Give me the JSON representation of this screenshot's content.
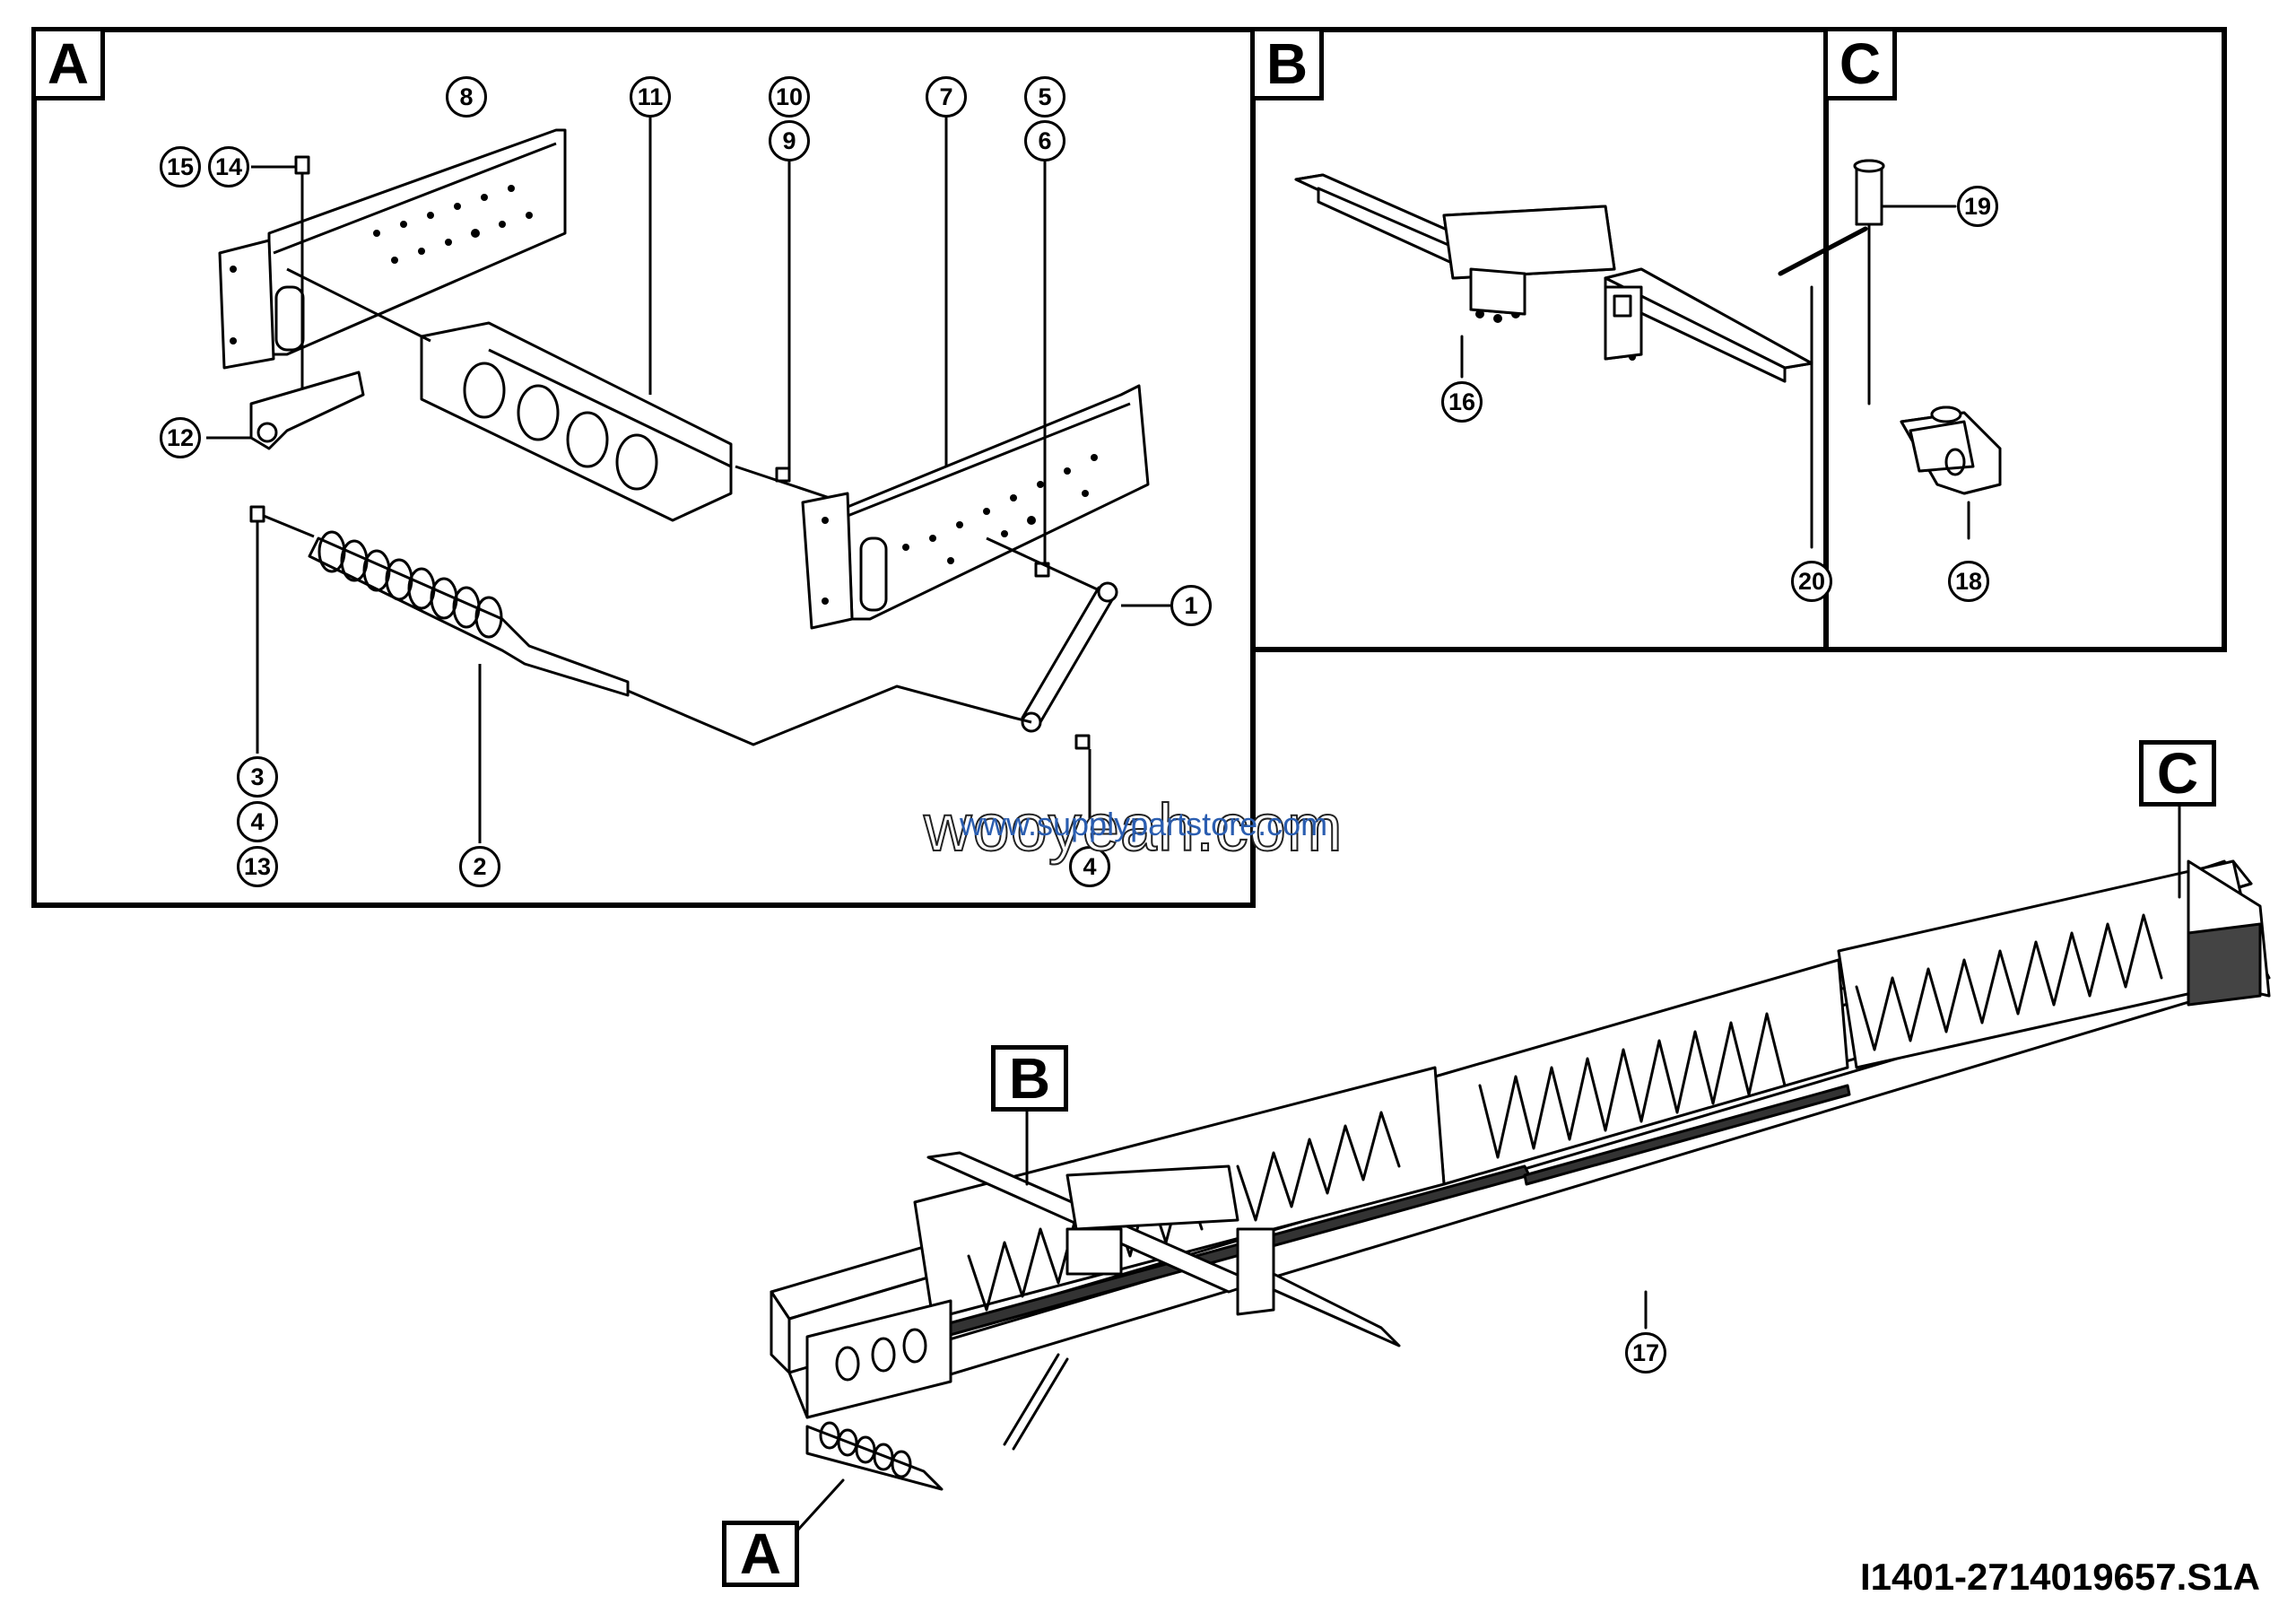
{
  "sections": {
    "a": {
      "label": "A"
    },
    "b": {
      "label": "B"
    },
    "c": {
      "label": "C"
    }
  },
  "callouts": {
    "n1": "1",
    "n2": "2",
    "n3": "3",
    "n4a": "4",
    "n4b": "4",
    "n5": "5",
    "n6": "6",
    "n7": "7",
    "n8": "8",
    "n9": "9",
    "n10": "10",
    "n11": "11",
    "n12": "12",
    "n13": "13",
    "n14": "14",
    "n15": "15",
    "n16": "16",
    "n17": "17",
    "n18": "18",
    "n19": "19",
    "n20": "20"
  },
  "overview_labels": {
    "a": "A",
    "b": "B",
    "c": "C"
  },
  "watermark": {
    "main": "wooyeah.com",
    "sub": "www.supplypartstore.com"
  },
  "drawing_id": "I1401-2714019657.S1A",
  "colors": {
    "line": "#000000",
    "background": "#ffffff",
    "watermark_sub": "#2a5db0"
  }
}
